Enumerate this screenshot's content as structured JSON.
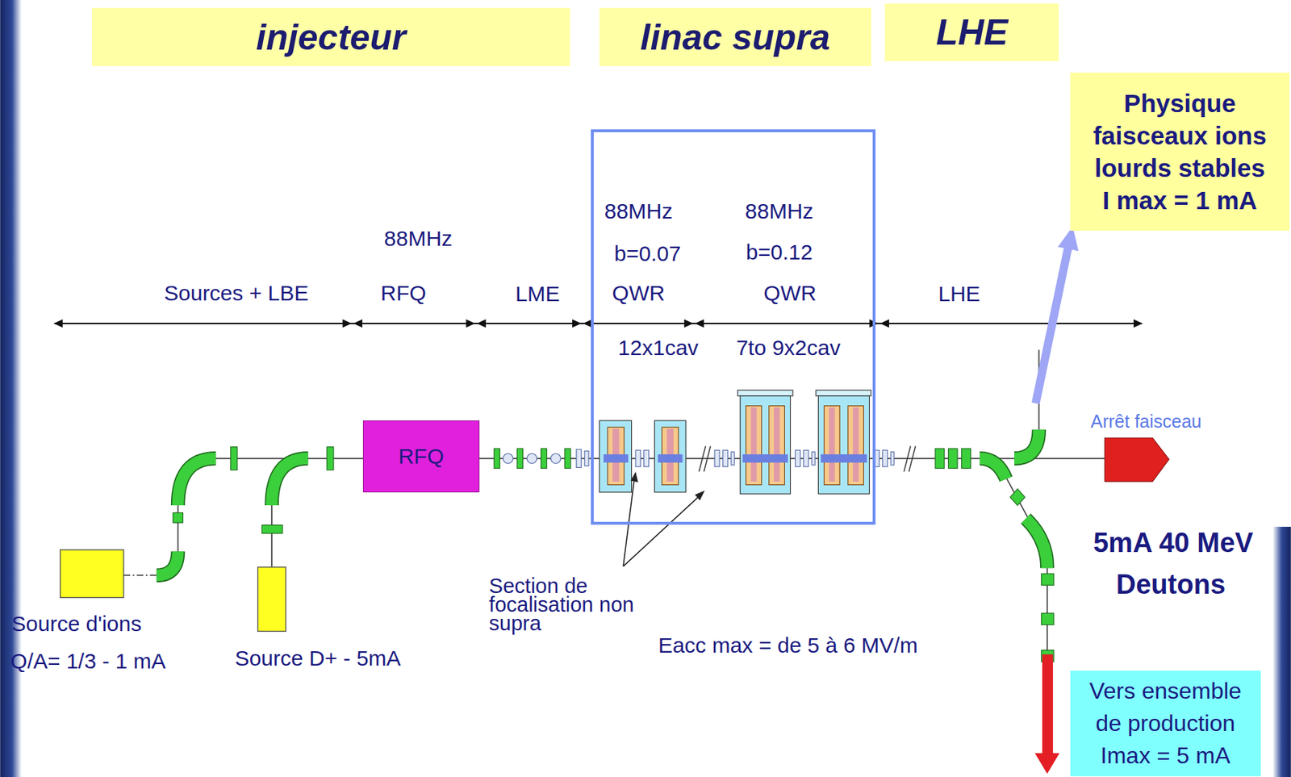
{
  "diagram": {
    "nodes": [
      {
        "text": [
          "injecteur"
        ]
      },
      {
        "text": [
          "linac supra"
        ]
      },
      {
        "text": [
          "LHE"
        ]
      },
      {
        "text": [
          "Physique faisceaux ions lourds stables I max = 1 mA"
        ]
      },
      {
        "text": [
          "88MHz",
          "88MHz",
          "b=0.07",
          "b=0.12",
          "QWR",
          "QWR",
          "12x1cav",
          "7to 9x2cav"
        ]
      },
      {
        "text": [
          "RFQ"
        ]
      },
      {
        "text": [
          "Vers ensemble de production Imax = 5 mA"
        ]
      }
    ],
    "labels": [
      "88MHz",
      "Sources + LBE",
      "RFQ",
      "LME",
      "LHE",
      "Arrêt faisceau",
      "5mA 40 MeV",
      "Section de focalisation non supra",
      "Deutons",
      "Source d'ions",
      "Eacc max = de 5 à 6 MV/m",
      "Source D+ - 5mA",
      "Q/A= 1/3 - 1 mA"
    ]
  }
}
